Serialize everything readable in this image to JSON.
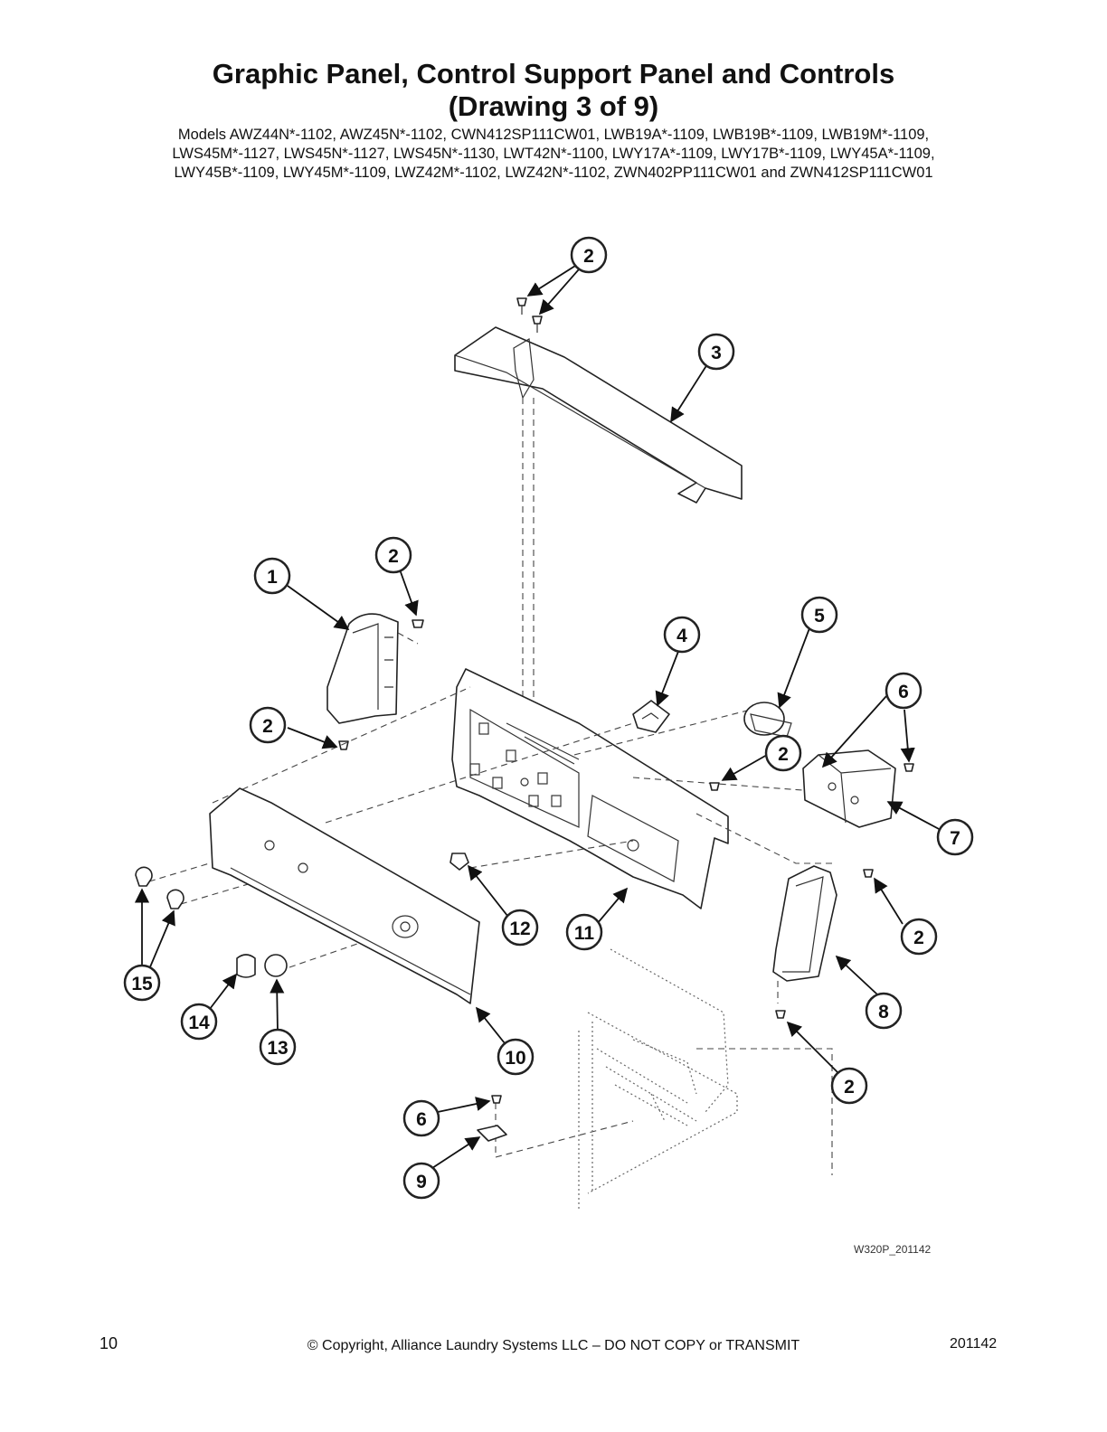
{
  "header": {
    "title_line1": "Graphic Panel, Control Support Panel and Controls",
    "title_line2": "(Drawing 3 of 9)",
    "models_line1": "Models AWZ44N*-1102, AWZ45N*-1102, CWN412SP111CW01, LWB19A*-1109, LWB19B*-1109, LWB19M*-1109,",
    "models_line2": "LWS45M*-1127, LWS45N*-1127, LWS45N*-1130, LWT42N*-1100, LWY17A*-1109, LWY17B*-1109, LWY45A*-1109,",
    "models_line3": "LWY45B*-1109, LWY45M*-1109, LWZ42M*-1102, LWZ42N*-1102, ZWN402PP111CW01 and ZWN412SP111CW01"
  },
  "diagram": {
    "drawing_code": "W320P_201142",
    "callouts": [
      "2",
      "3",
      "1",
      "2",
      "5",
      "4",
      "6",
      "2",
      "2",
      "7",
      "12",
      "11",
      "2",
      "8",
      "15",
      "14",
      "13",
      "10",
      "2",
      "6",
      "9"
    ]
  },
  "footer": {
    "page_number": "10",
    "copyright": "© Copyright, Alliance Laundry Systems LLC – DO NOT COPY or TRANSMIT",
    "doc_code": "201142"
  }
}
